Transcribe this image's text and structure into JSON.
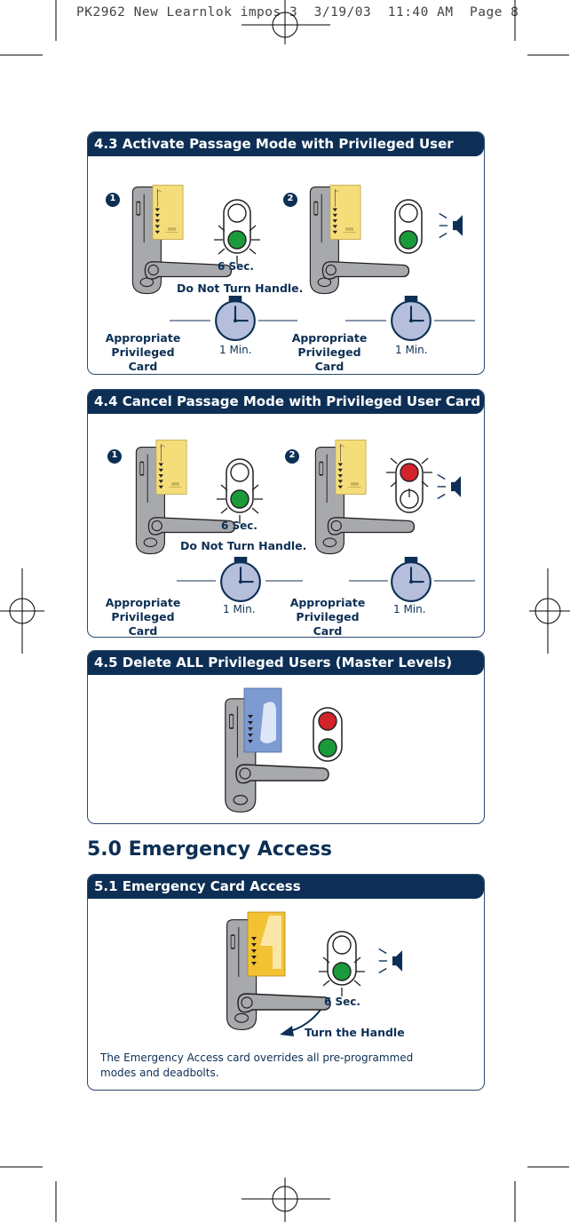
{
  "print_header": "PK2962 New Learnlok impos 3  3/19/03  11:40 AM  Page 8",
  "section_43": {
    "title": "4.3 Activate Passage Mode with Privileged User Card",
    "step1": "1",
    "step2": "2",
    "sec_label": "6 Sec.",
    "do_not_turn": "Do Not Turn Handle.",
    "card_label_1": "Appropriate Privileged Card",
    "card_label_2": "Appropriate Privileged Card",
    "min_label_1": "1 Min.",
    "min_label_2": "1 Min."
  },
  "section_44": {
    "title": "4.4 Cancel Passage Mode with Privileged User Card",
    "step1": "1",
    "step2": "2",
    "sec_label": "6 Sec.",
    "do_not_turn": "Do Not Turn Handle.",
    "card_label_1": "Appropriate Privileged Card",
    "card_label_2": "Appropriate Privileged Card",
    "min_label_1": "1 Min.",
    "min_label_2": "1 Min."
  },
  "section_45": {
    "title": "4.5 Delete ALL Privileged Users (Master Levels)"
  },
  "emergency": {
    "heading": "5.0 Emergency Access",
    "sub_title": "5.1 Emergency Card Access",
    "sec_label": "6 Sec.",
    "turn_handle": "Turn the Handle",
    "note": "The Emergency Access card overrides all pre-programmed modes and deadbolts."
  },
  "colors": {
    "navy": "#0d2f55",
    "led_green": "#1a9a3a",
    "led_red": "#d2232a",
    "card_yellow": "#f5de7a",
    "card_blue": "#7d9bd1",
    "card_gold": "#f2c233",
    "lock_gray": "#a7a9ac",
    "clock_fill": "#b5bfdc"
  },
  "icons": [
    "door-lock-icon",
    "keycard-icon",
    "led-indicator-icon",
    "clock-icon",
    "speaker-icon",
    "step-number-icon",
    "arrow-icon",
    "registration-mark-icon"
  ]
}
